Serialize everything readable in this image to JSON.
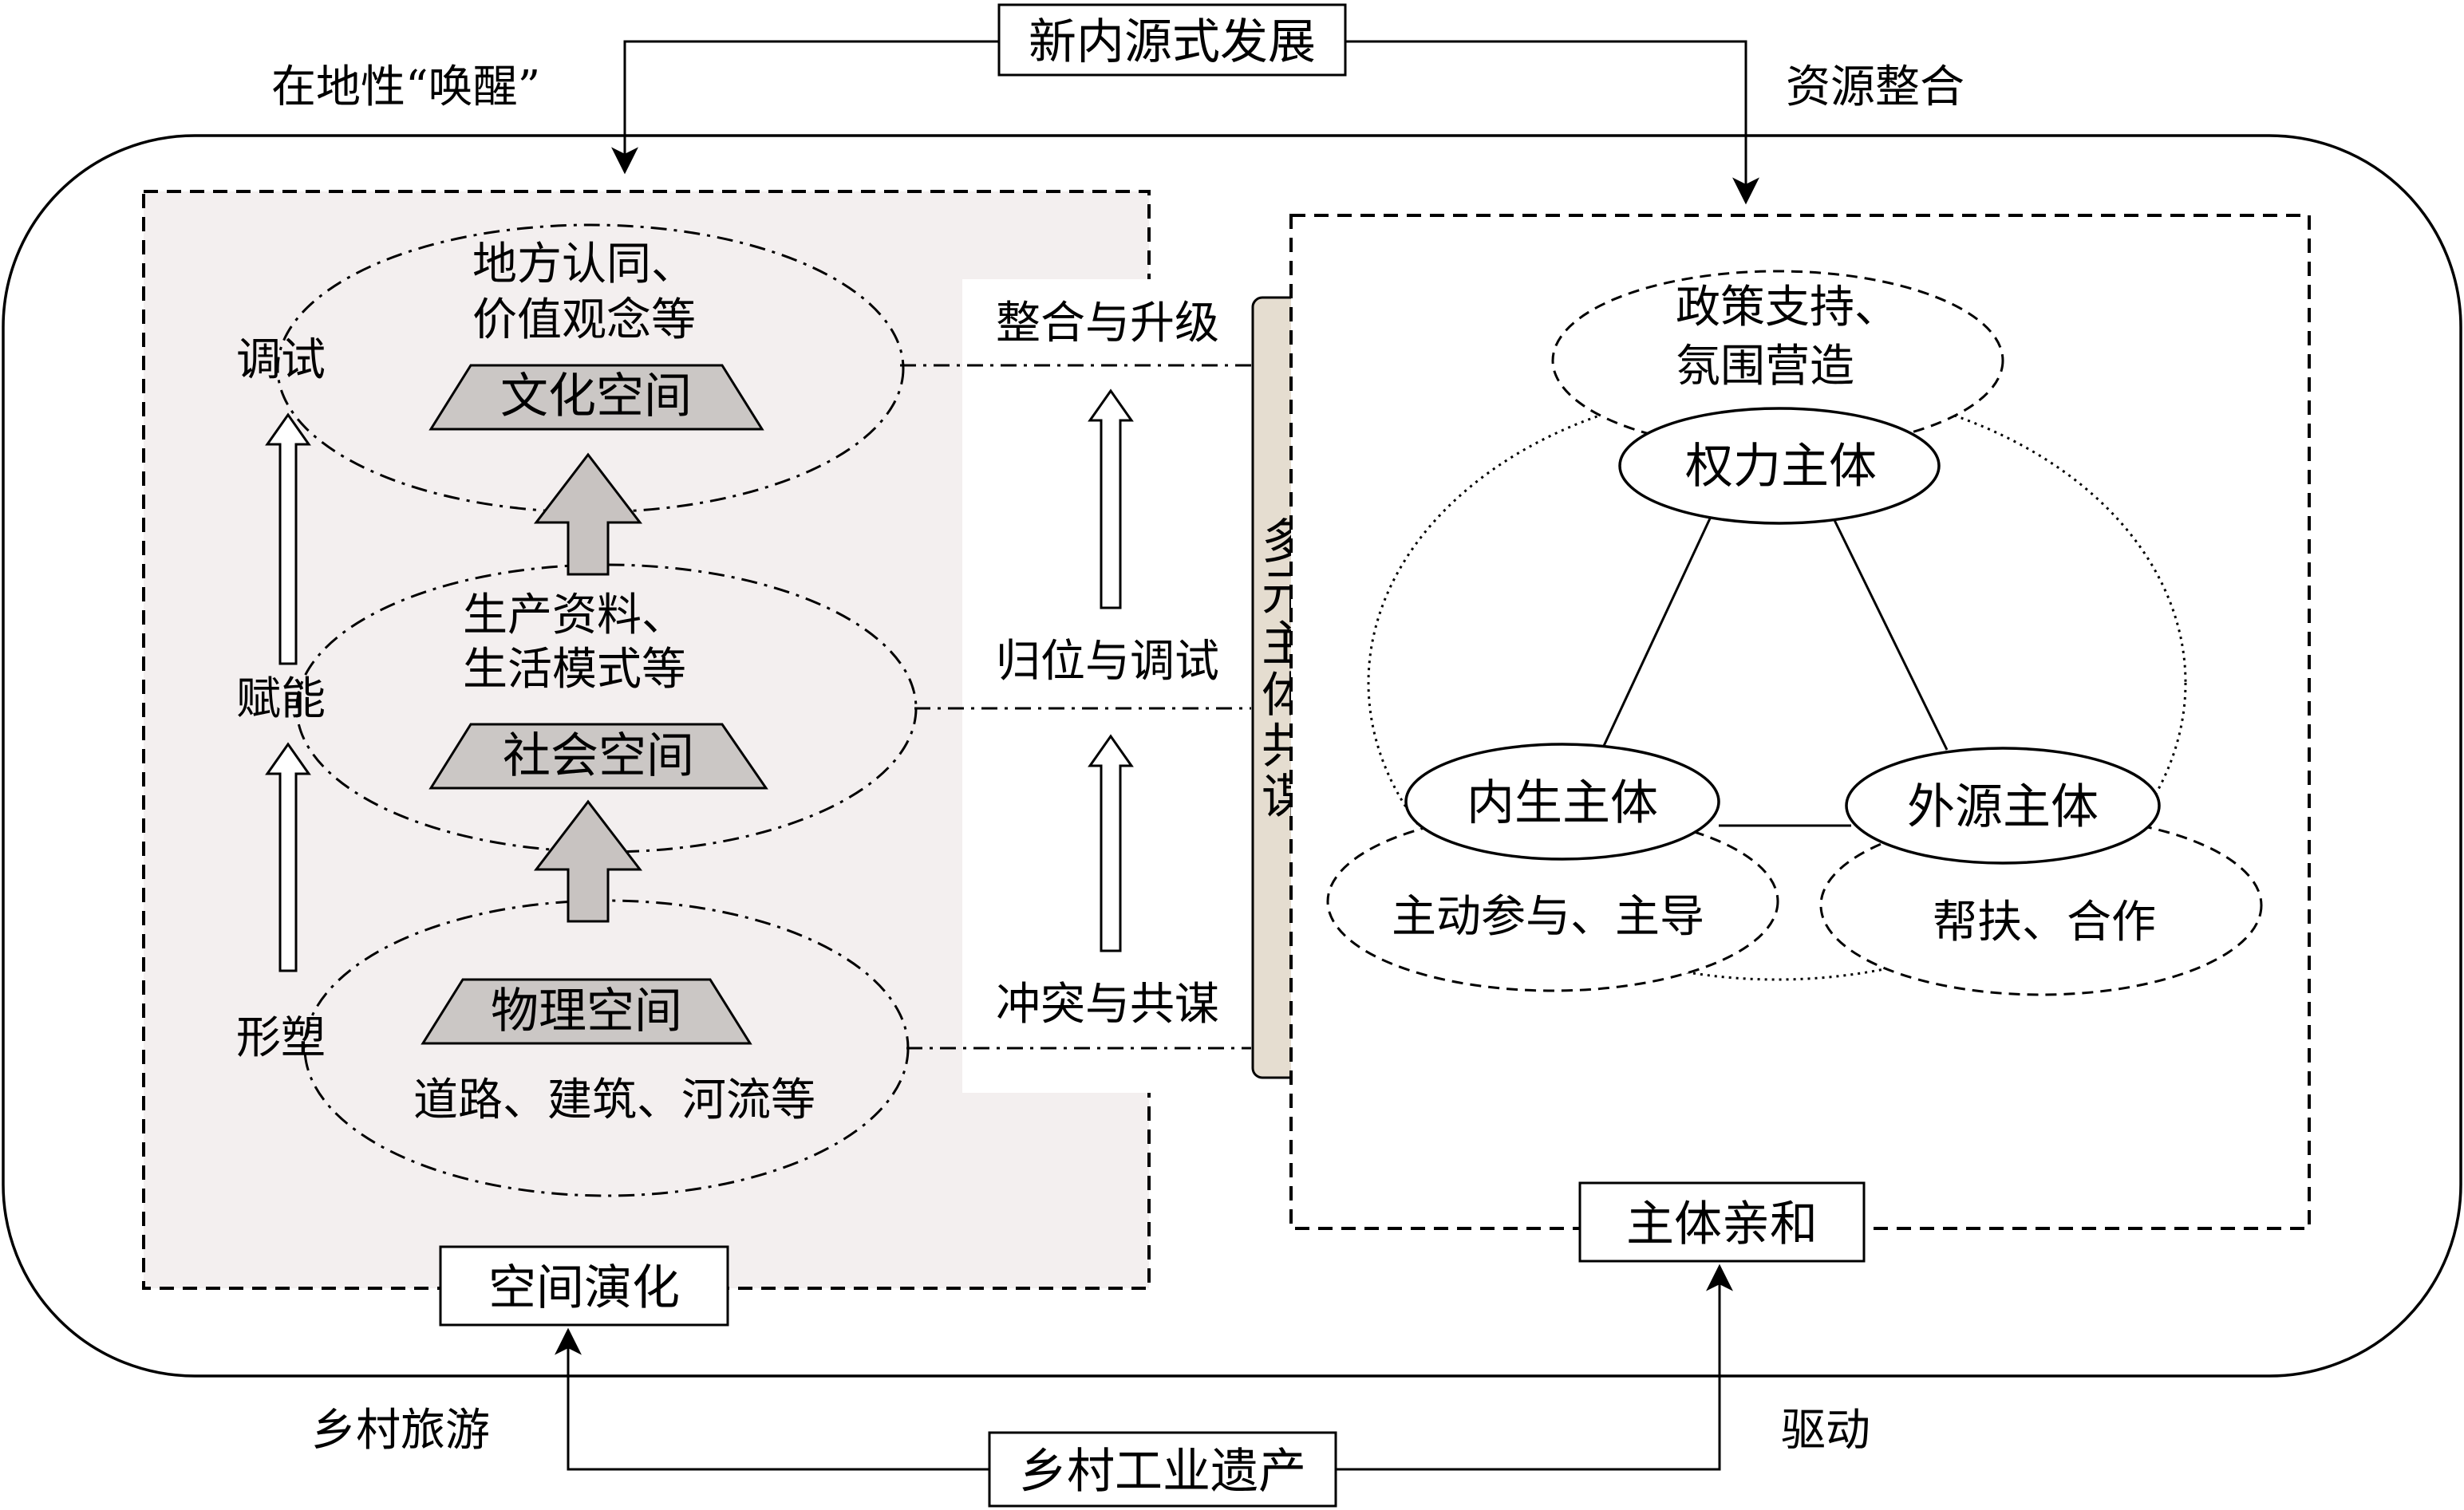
{
  "top": {
    "title": "新内源式发展",
    "left_label": "在地性“唤醒”",
    "right_label": "资源整合"
  },
  "bottom": {
    "title": "乡村工业遗产",
    "left_label": "乡村旅游",
    "right_label": "驱动"
  },
  "left_panel": {
    "caption": "空间演化",
    "side_labels": [
      "调试",
      "赋能",
      "形塑"
    ],
    "layers": {
      "culture": {
        "line1": "地方认同、",
        "line2": "价值观念等",
        "title": "文化空间"
      },
      "society": {
        "line1": "生产资料、",
        "line2": "生活模式等",
        "title": "社会空间"
      },
      "physical": {
        "title": "物理空间",
        "line1": "道路、建筑、河流等"
      }
    }
  },
  "middle": {
    "stages": [
      "整合与升级",
      "归位与调试",
      "冲突与共谋"
    ],
    "bar_label": [
      "多",
      "元",
      "主",
      "体",
      "共",
      "谋"
    ]
  },
  "right_panel": {
    "caption": "主体亲和",
    "policy": {
      "line1": "政策支持、",
      "line2": "氛围营造"
    },
    "power": "权力主体",
    "internal": "内生主体",
    "external": "外源主体",
    "internal_role": "主动参与、主导",
    "external_role": "帮扶、合作"
  },
  "colors": {
    "panel_fill": "#f3efef",
    "trapezoid_fill": "#cbc7c5",
    "arrow_fill": "#c8c3c1",
    "bar_fill": "#e5ddd0"
  }
}
